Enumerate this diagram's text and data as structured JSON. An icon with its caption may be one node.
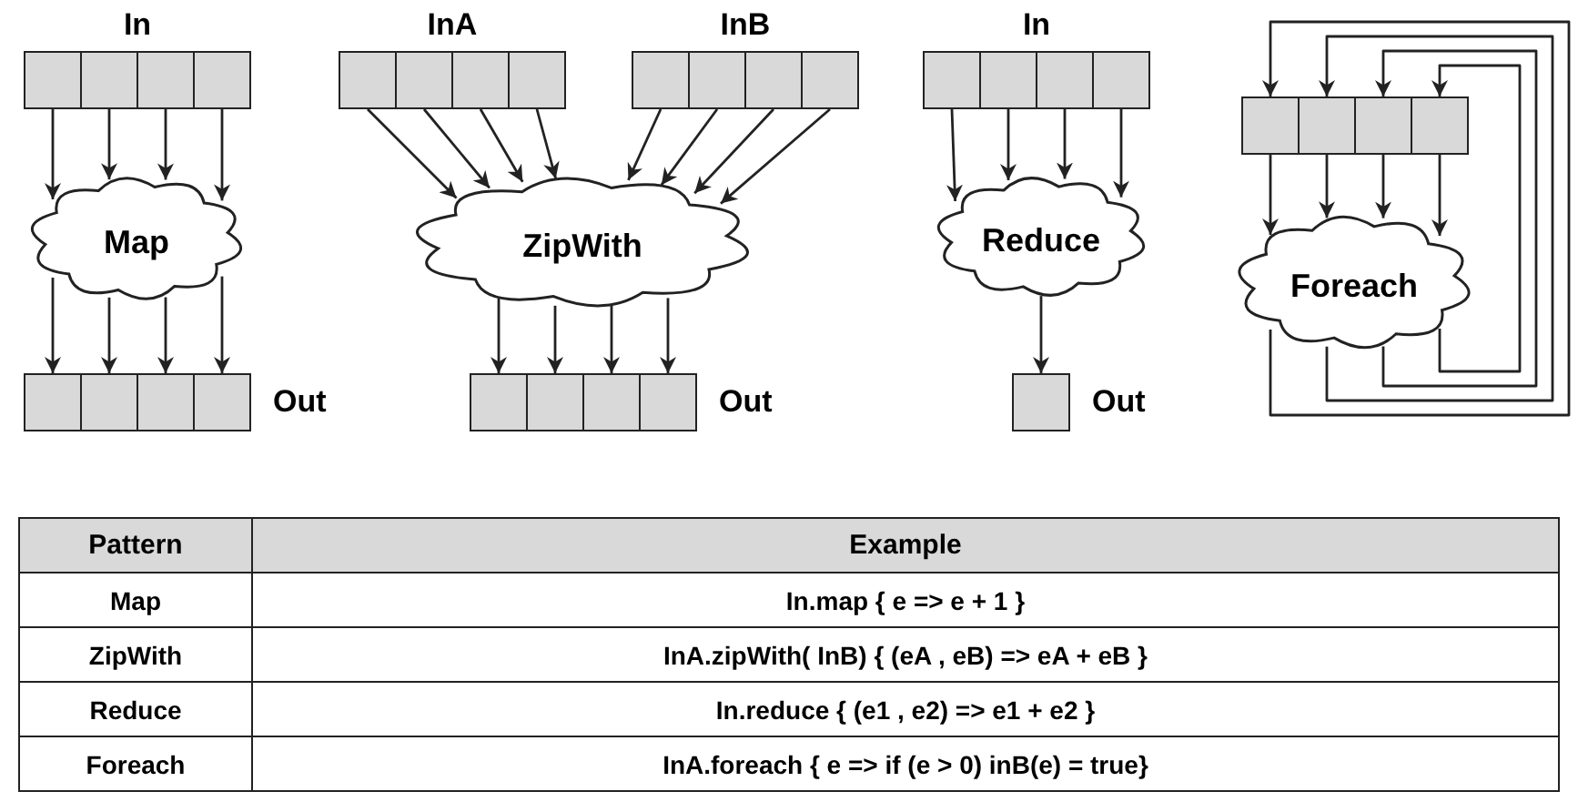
{
  "diagram": {
    "nodes": [
      {
        "text": [
          "In"
        ]
      },
      {
        "text": [],
        "shape": "box",
        "in": 0
      },
      {
        "text": [],
        "shape": "box",
        "in": 0
      },
      {
        "text": [],
        "shape": "box",
        "in": 0
      },
      {
        "text": [],
        "shape": "box",
        "in": 0
      },
      {
        "text": [
          "Map"
        ]
      },
      {
        "text": [],
        "shape": "box",
        "beside": [
          "Out"
        ]
      },
      {
        "text": [],
        "shape": "box",
        "in": 6
      },
      {
        "text": [],
        "shape": "box",
        "in": 6
      },
      {
        "text": [],
        "shape": "box",
        "in": 6
      },
      {
        "text": [],
        "shape": "box",
        "in": 6
      },
      {
        "text": [
          "InA"
        ]
      },
      {
        "text": [],
        "shape": "box",
        "in": 11
      },
      {
        "text": [],
        "shape": "box",
        "in": 11
      },
      {
        "text": [],
        "shape": "box",
        "in": 11
      },
      {
        "text": [],
        "shape": "box",
        "in": 11
      },
      {
        "text": [
          "InB"
        ]
      },
      {
        "text": [],
        "shape": "box",
        "in": 16
      },
      {
        "text": [],
        "shape": "box",
        "in": 16
      },
      {
        "text": [],
        "shape": "box",
        "in": 16
      },
      {
        "text": [],
        "shape": "box",
        "in": 16
      },
      {
        "text": [
          "ZipWith"
        ]
      },
      {
        "text": [],
        "shape": "box",
        "beside": [
          "Out"
        ]
      },
      {
        "text": [],
        "shape": "box",
        "in": 22
      },
      {
        "text": [],
        "shape": "box",
        "in": 22
      },
      {
        "text": [],
        "shape": "box",
        "in": 22
      },
      {
        "text": [],
        "shape": "box",
        "in": 22
      },
      {
        "text": [
          "In"
        ]
      },
      {
        "text": [],
        "shape": "box",
        "in": 27
      },
      {
        "text": [],
        "shape": "box",
        "in": 27
      },
      {
        "text": [],
        "shape": "box",
        "in": 27
      },
      {
        "text": [],
        "shape": "box",
        "in": 27
      },
      {
        "text": [
          "Reduce"
        ]
      },
      {
        "text": [],
        "shape": "box",
        "beside": [
          "Out"
        ]
      },
      {
        "text": [],
        "shape": "box"
      },
      {
        "text": [],
        "shape": "box",
        "in": 34
      },
      {
        "text": [],
        "shape": "box",
        "in": 34
      },
      {
        "text": [],
        "shape": "box",
        "in": 34
      },
      {
        "text": [],
        "shape": "box",
        "in": 34
      },
      {
        "text": [
          "Foreach"
        ]
      }
    ],
    "edges": [
      {
        "from": 1,
        "to": 5,
        "arrow": "to"
      },
      {
        "from": 2,
        "to": 5,
        "arrow": "to"
      },
      {
        "from": 3,
        "to": 5,
        "arrow": "to"
      },
      {
        "from": 4,
        "to": 5,
        "arrow": "to"
      },
      {
        "from": 5,
        "to": 7,
        "arrow": "to"
      },
      {
        "from": 5,
        "to": 8,
        "arrow": "to"
      },
      {
        "from": 5,
        "to": 9,
        "arrow": "to"
      },
      {
        "from": 5,
        "to": 10,
        "arrow": "to"
      },
      {
        "from": 12,
        "to": 21,
        "arrow": "to"
      },
      {
        "from": 13,
        "to": 21,
        "arrow": "to"
      },
      {
        "from": 14,
        "to": 21,
        "arrow": "to"
      },
      {
        "from": 15,
        "to": 21,
        "arrow": "to"
      },
      {
        "from": 17,
        "to": 21,
        "arrow": "to"
      },
      {
        "from": 18,
        "to": 21,
        "arrow": "to"
      },
      {
        "from": 19,
        "to": 21,
        "arrow": "to"
      },
      {
        "from": 20,
        "to": 21,
        "arrow": "to"
      },
      {
        "from": 21,
        "to": 23,
        "arrow": "to"
      },
      {
        "from": 21,
        "to": 24,
        "arrow": "to"
      },
      {
        "from": 21,
        "to": 25,
        "arrow": "to"
      },
      {
        "from": 21,
        "to": 26,
        "arrow": "to"
      },
      {
        "from": 28,
        "to": 32,
        "arrow": "to"
      },
      {
        "from": 29,
        "to": 32,
        "arrow": "to"
      },
      {
        "from": 30,
        "to": 32,
        "arrow": "to"
      },
      {
        "from": 31,
        "to": 32,
        "arrow": "to"
      },
      {
        "from": 32,
        "to": 33,
        "arrow": "to"
      },
      {
        "from": 35,
        "to": 39,
        "arrow": "to"
      },
      {
        "from": 36,
        "to": 39,
        "arrow": "to"
      },
      {
        "from": 37,
        "to": 39,
        "arrow": "to"
      },
      {
        "from": 38,
        "to": 39,
        "arrow": "to"
      },
      {
        "from": 39,
        "to": 35,
        "arrow": "to"
      },
      {
        "from": 39,
        "to": 36,
        "arrow": "to"
      },
      {
        "from": 39,
        "to": 37,
        "arrow": "to"
      },
      {
        "from": 39,
        "to": 38,
        "arrow": "to"
      }
    ],
    "labels": [
      "Pattern",
      "Example",
      "Map",
      "In.map { e => e + 1 }",
      "ZipWith",
      "InA.zipWith( InB) { (eA , eB) => eA + eB }",
      "Reduce",
      "In.reduce { (e1 , e2) => e1 + e2 }",
      "Foreach",
      "InA.foreach { e => if (e > 0) inB(e) = true}"
    ]
  }
}
